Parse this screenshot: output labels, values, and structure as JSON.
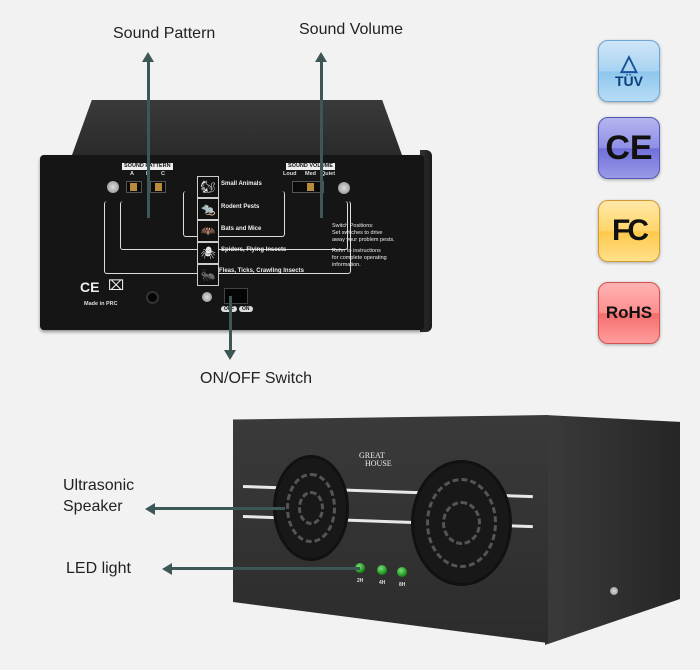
{
  "callouts": {
    "sound_pattern": "Sound Pattern",
    "sound_volume": "Sound Volume",
    "on_off_switch": "ON/OFF Switch",
    "ultrasonic_speaker_line1": "Ultrasonic",
    "ultrasonic_speaker_line2": "Speaker",
    "led_light": "LED light"
  },
  "back_panel": {
    "sound_pattern_label": "SOUND PATTERN",
    "pattern_options": [
      "A",
      "B",
      "C"
    ],
    "sound_volume_label": "SOUND VOLUME",
    "volume_options": [
      "Loud",
      "Med",
      "Quiet"
    ],
    "pest_rows": [
      {
        "icon": "squirrel-icon",
        "glyph": "🐿",
        "label": "Small Animals"
      },
      {
        "icon": "rat-icon",
        "glyph": "🐀",
        "label": "Rodent Pests"
      },
      {
        "icon": "bat-icon",
        "glyph": "🦇",
        "label": "Bats and Mice"
      },
      {
        "icon": "spider-icon",
        "glyph": "🕷",
        "label": "Spiders, Flying Insects"
      },
      {
        "icon": "flea-icon",
        "glyph": "🐜",
        "label": "Fleas, Ticks, Crawling Insects"
      }
    ],
    "instructions": {
      "line1": "Switch Positions:",
      "line2": "Set switches to drive",
      "line3": "away your problem pests.",
      "line4": "Refer to instructions",
      "line5": "for complete operating",
      "line6": "information."
    },
    "ce_mark": "CE",
    "made_in": "Made in PRC",
    "off_label": "OFF",
    "on_label": "ON"
  },
  "certifications": [
    {
      "name": "TÜV",
      "color": "#a8d3f1"
    },
    {
      "name": "CE",
      "color": "#8f8fe6"
    },
    {
      "name": "FC",
      "color": "#ffd56a"
    },
    {
      "name": "RoHS",
      "color": "#ff8e8e"
    }
  ],
  "front_panel": {
    "brand_line1": "GREAT",
    "brand_line2": "HOUSE",
    "led_labels": [
      "2H",
      "4H",
      "8H"
    ]
  },
  "colors": {
    "background": "#f2f2f2",
    "arrow": "#3d5656",
    "led_green": "#2bb32b"
  }
}
